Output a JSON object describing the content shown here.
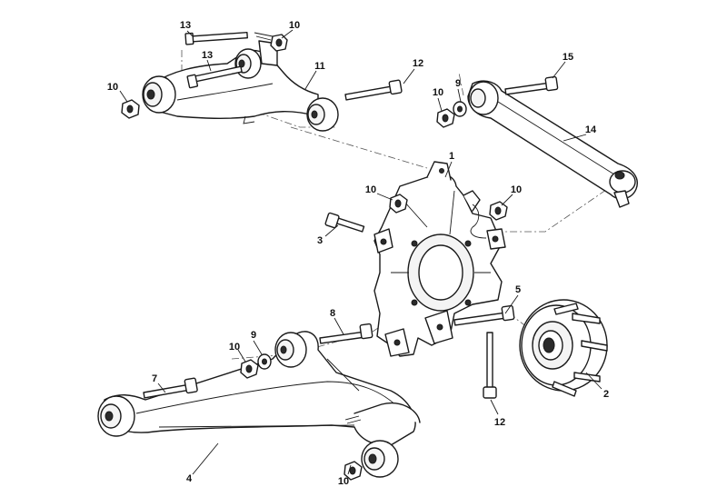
{
  "callouts": [
    {
      "id": "c1",
      "label": "1"
    },
    {
      "id": "c2",
      "label": "2"
    },
    {
      "id": "c3",
      "label": "3"
    },
    {
      "id": "c4",
      "label": "4"
    },
    {
      "id": "c5",
      "label": "5"
    },
    {
      "id": "c7",
      "label": "7"
    },
    {
      "id": "c8",
      "label": "8"
    },
    {
      "id": "c9a",
      "label": "9"
    },
    {
      "id": "c9b",
      "label": "9"
    },
    {
      "id": "c10a",
      "label": "10"
    },
    {
      "id": "c10b",
      "label": "10"
    },
    {
      "id": "c10c",
      "label": "10"
    },
    {
      "id": "c10d",
      "label": "10"
    },
    {
      "id": "c10e",
      "label": "10"
    },
    {
      "id": "c10f",
      "label": "10"
    },
    {
      "id": "c10g",
      "label": "10"
    },
    {
      "id": "c11",
      "label": "11"
    },
    {
      "id": "c12a",
      "label": "12"
    },
    {
      "id": "c12b",
      "label": "12"
    },
    {
      "id": "c13a",
      "label": "13"
    },
    {
      "id": "c13b",
      "label": "13"
    },
    {
      "id": "c14",
      "label": "14"
    },
    {
      "id": "c15",
      "label": "15"
    }
  ]
}
